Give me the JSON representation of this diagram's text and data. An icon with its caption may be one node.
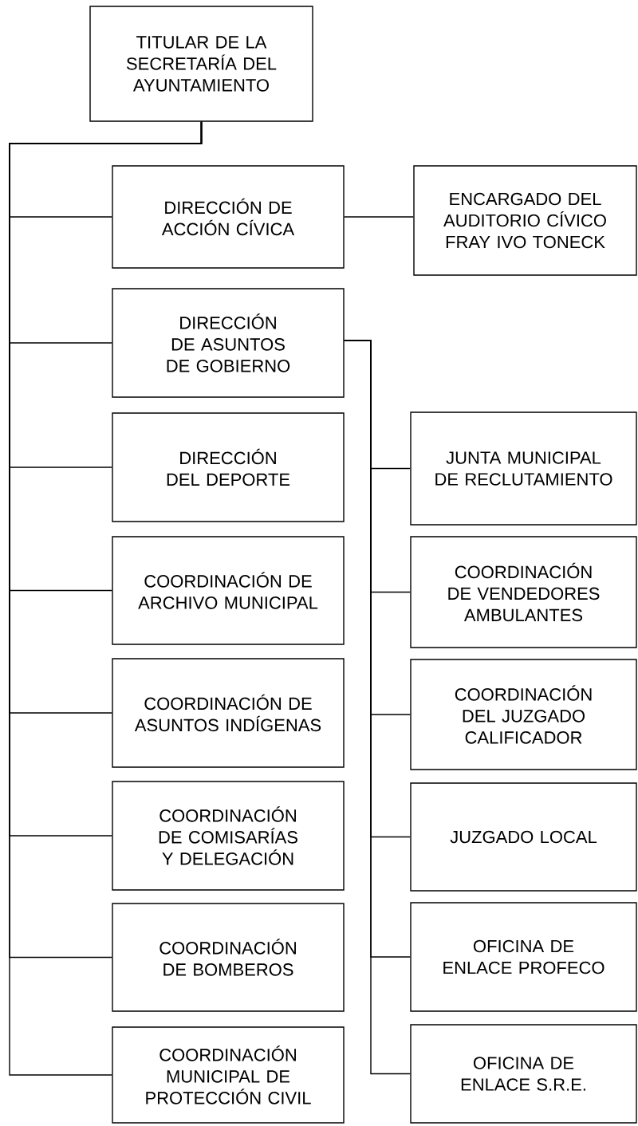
{
  "diagram": {
    "nodes": [
      {
        "text": [
          "TITULAR DE LA SECRETARÍA DEL AYUNTAMIENTO"
        ]
      },
      {
        "text": [
          "DIRECCIÓN DE ACCIÓN CÍVICA"
        ]
      },
      {
        "text": [
          "ENCARGADO DEL AUDITORIO CÍVICO FRAY IVO TONECK"
        ]
      },
      {
        "text": [
          "DIRECCIÓN DE ASUNTOS DE GOBIERNO"
        ]
      },
      {
        "text": [
          "DIRECCIÓN DEL DEPORTE"
        ]
      },
      {
        "text": [
          "COORDINACIÓN DE ARCHIVO MUNICIPAL"
        ]
      },
      {
        "text": [
          "COORDINACIÓN DE ASUNTOS INDÍGENAS"
        ]
      },
      {
        "text": [
          "COORDINACIÓN DE COMISARÍAS Y DELEGACIÓN"
        ]
      },
      {
        "text": [
          "COORDINACIÓN DE BOMBEROS"
        ]
      },
      {
        "text": [
          "COORDINACIÓN MUNICIPAL DE PROTECCIÓN CIVIL"
        ]
      },
      {
        "text": [
          "JUNTA MUNICIPAL DE RECLUTAMIENTO"
        ]
      },
      {
        "text": [
          "COORDINACIÓN DE VENDEDORES AMBULANTES"
        ]
      },
      {
        "text": [
          "COORDINACIÓN DEL JUZGADO CALIFICADOR"
        ]
      },
      {
        "text": [
          "JUZGADO LOCAL"
        ]
      },
      {
        "text": [
          "OFICINA DE ENLACE PROFECO"
        ]
      },
      {
        "text": [
          "OFICINA DE ENLACE S.R.E."
        ]
      }
    ],
    "edges": [
      {
        "from": 0,
        "to": 1,
        "arrow": "none"
      },
      {
        "from": 0,
        "to": 3,
        "arrow": "none"
      },
      {
        "from": 0,
        "to": 4,
        "arrow": "none"
      },
      {
        "from": 0,
        "to": 5,
        "arrow": "none"
      },
      {
        "from": 0,
        "to": 6,
        "arrow": "none"
      },
      {
        "from": 0,
        "to": 7,
        "arrow": "none"
      },
      {
        "from": 0,
        "to": 8,
        "arrow": "none"
      },
      {
        "from": 0,
        "to": 9,
        "arrow": "none"
      },
      {
        "from": 1,
        "to": 2,
        "arrow": "none"
      },
      {
        "from": 3,
        "to": 10,
        "arrow": "none"
      },
      {
        "from": 3,
        "to": 11,
        "arrow": "none"
      },
      {
        "from": 3,
        "to": 12,
        "arrow": "none"
      },
      {
        "from": 3,
        "to": 13,
        "arrow": "none"
      },
      {
        "from": 3,
        "to": 14,
        "arrow": "none"
      },
      {
        "from": 3,
        "to": 15,
        "arrow": "none"
      }
    ]
  }
}
